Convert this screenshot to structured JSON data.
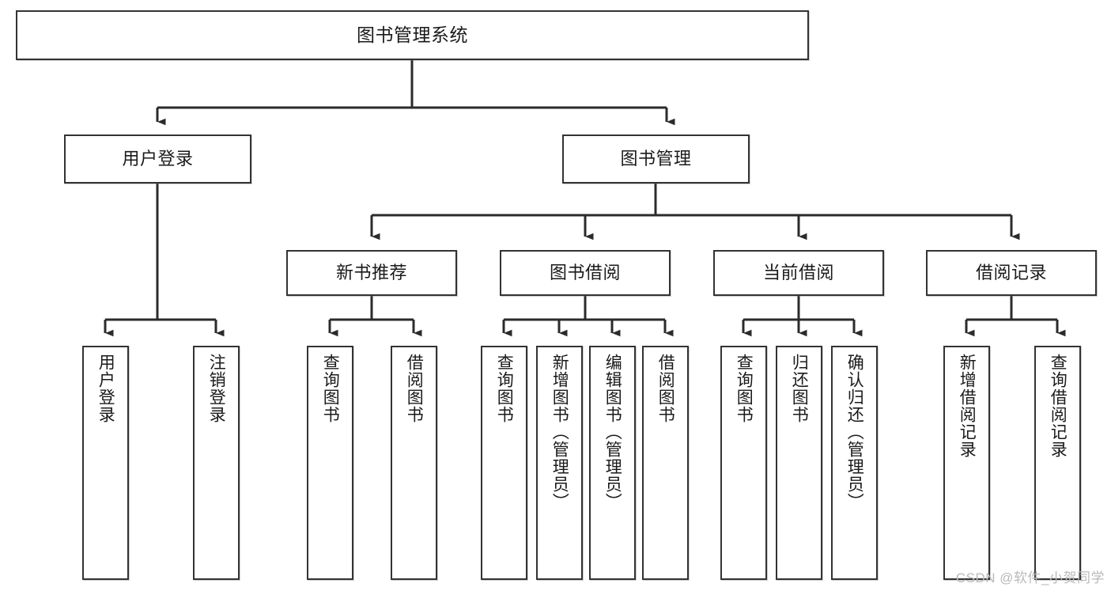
{
  "diagram": {
    "title": "图书管理系统",
    "type": "functional-structure-tree",
    "watermark": "CSDN @软件_小贺同学",
    "colors": {
      "box_border": "#333333",
      "box_fill": "#ffffff",
      "connector": "#2b2b2b",
      "text": "#1a1a1a",
      "watermark": "#b9b9b9"
    },
    "levels": {
      "level1": [
        {
          "id": "root",
          "label": "图书管理系统"
        }
      ],
      "level2": [
        {
          "id": "user-login",
          "label": "用户登录"
        },
        {
          "id": "book-management",
          "label": "图书管理"
        }
      ],
      "level3": [
        {
          "id": "new-book-recommend",
          "label": "新书推荐",
          "parent": "book-management"
        },
        {
          "id": "book-borrow",
          "label": "图书借阅",
          "parent": "book-management"
        },
        {
          "id": "current-borrow",
          "label": "当前借阅",
          "parent": "book-management"
        },
        {
          "id": "borrow-record",
          "label": "借阅记录",
          "parent": "book-management"
        }
      ],
      "leaves": [
        {
          "id": "leaf-user-login",
          "label": "用户登录",
          "parent": "user-login"
        },
        {
          "id": "leaf-logout-login",
          "label": "注销登录",
          "parent": "user-login"
        },
        {
          "id": "leaf-query-book-1",
          "label": "查询图书",
          "parent": "new-book-recommend"
        },
        {
          "id": "leaf-borrow-book-1",
          "label": "借阅图书",
          "parent": "new-book-recommend"
        },
        {
          "id": "leaf-query-book-2",
          "label": "查询图书",
          "parent": "book-borrow"
        },
        {
          "id": "leaf-add-book",
          "label": "新增图书（管理员）",
          "parent": "book-borrow"
        },
        {
          "id": "leaf-edit-book",
          "label": "编辑图书（管理员）",
          "parent": "book-borrow"
        },
        {
          "id": "leaf-borrow-book-2",
          "label": "借阅图书",
          "parent": "book-borrow"
        },
        {
          "id": "leaf-query-book-3",
          "label": "查询图书",
          "parent": "current-borrow"
        },
        {
          "id": "leaf-return-book",
          "label": "归还图书",
          "parent": "current-borrow"
        },
        {
          "id": "leaf-confirm-return",
          "label": "确认归还（管理员）",
          "parent": "current-borrow"
        },
        {
          "id": "leaf-add-record",
          "label": "新增借阅记录",
          "parent": "borrow-record"
        },
        {
          "id": "leaf-query-record",
          "label": "查询借阅记录",
          "parent": "borrow-record"
        }
      ]
    }
  }
}
